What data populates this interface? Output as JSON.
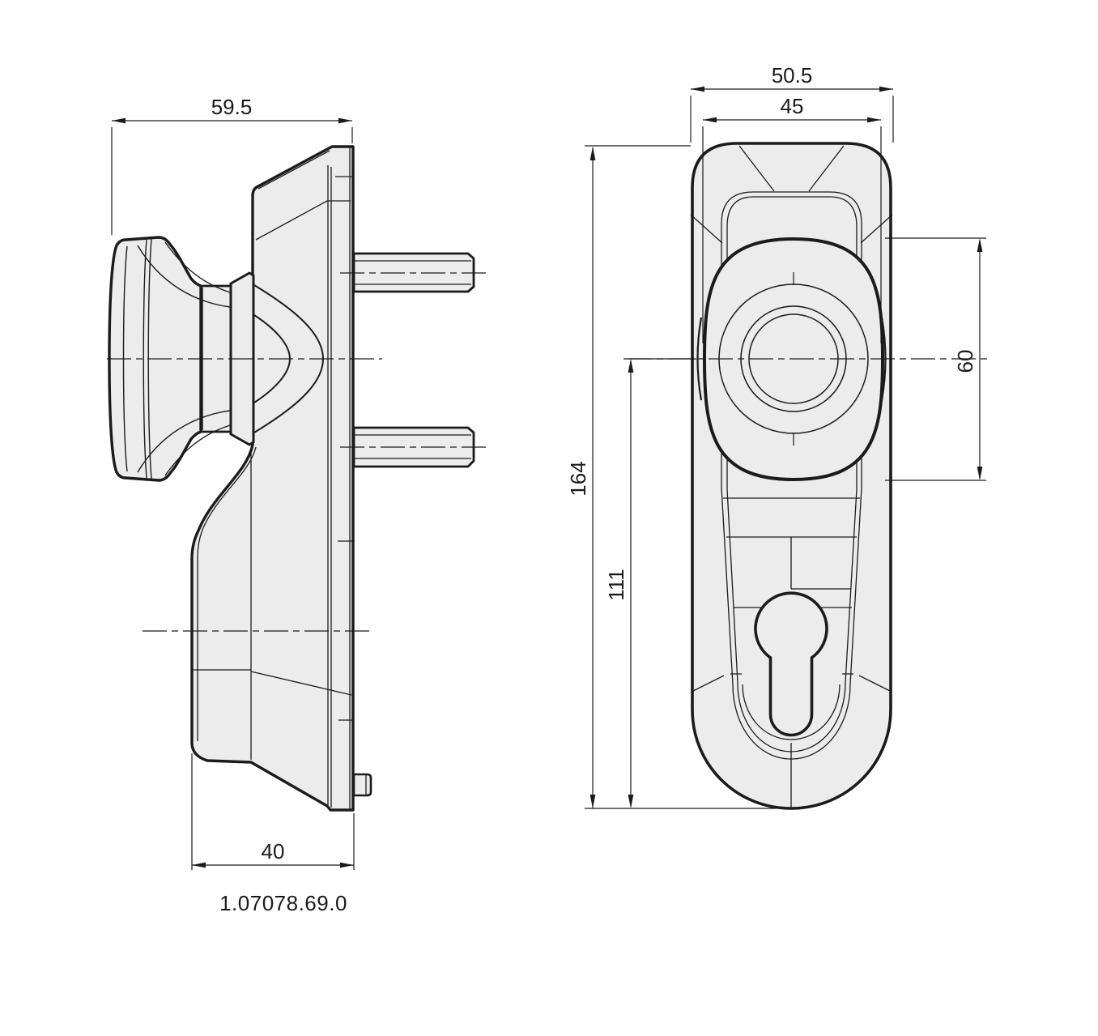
{
  "part_number": "1.07078.69.0",
  "dimensions": {
    "side_overall_depth": "59.5",
    "side_base_depth": "40",
    "front_plate_width": "50.5",
    "front_knob_width": "45",
    "front_plate_height": "164",
    "front_centre_to_bottom": "111",
    "front_knob_height": "60"
  },
  "colors": {
    "line": "#1b1b1b",
    "surface_fill": "#ececec",
    "background": "#ffffff"
  },
  "views": {
    "side": "knob side profile with mounting studs",
    "front": "escutcheon front with knob and euro cylinder keyhole"
  }
}
